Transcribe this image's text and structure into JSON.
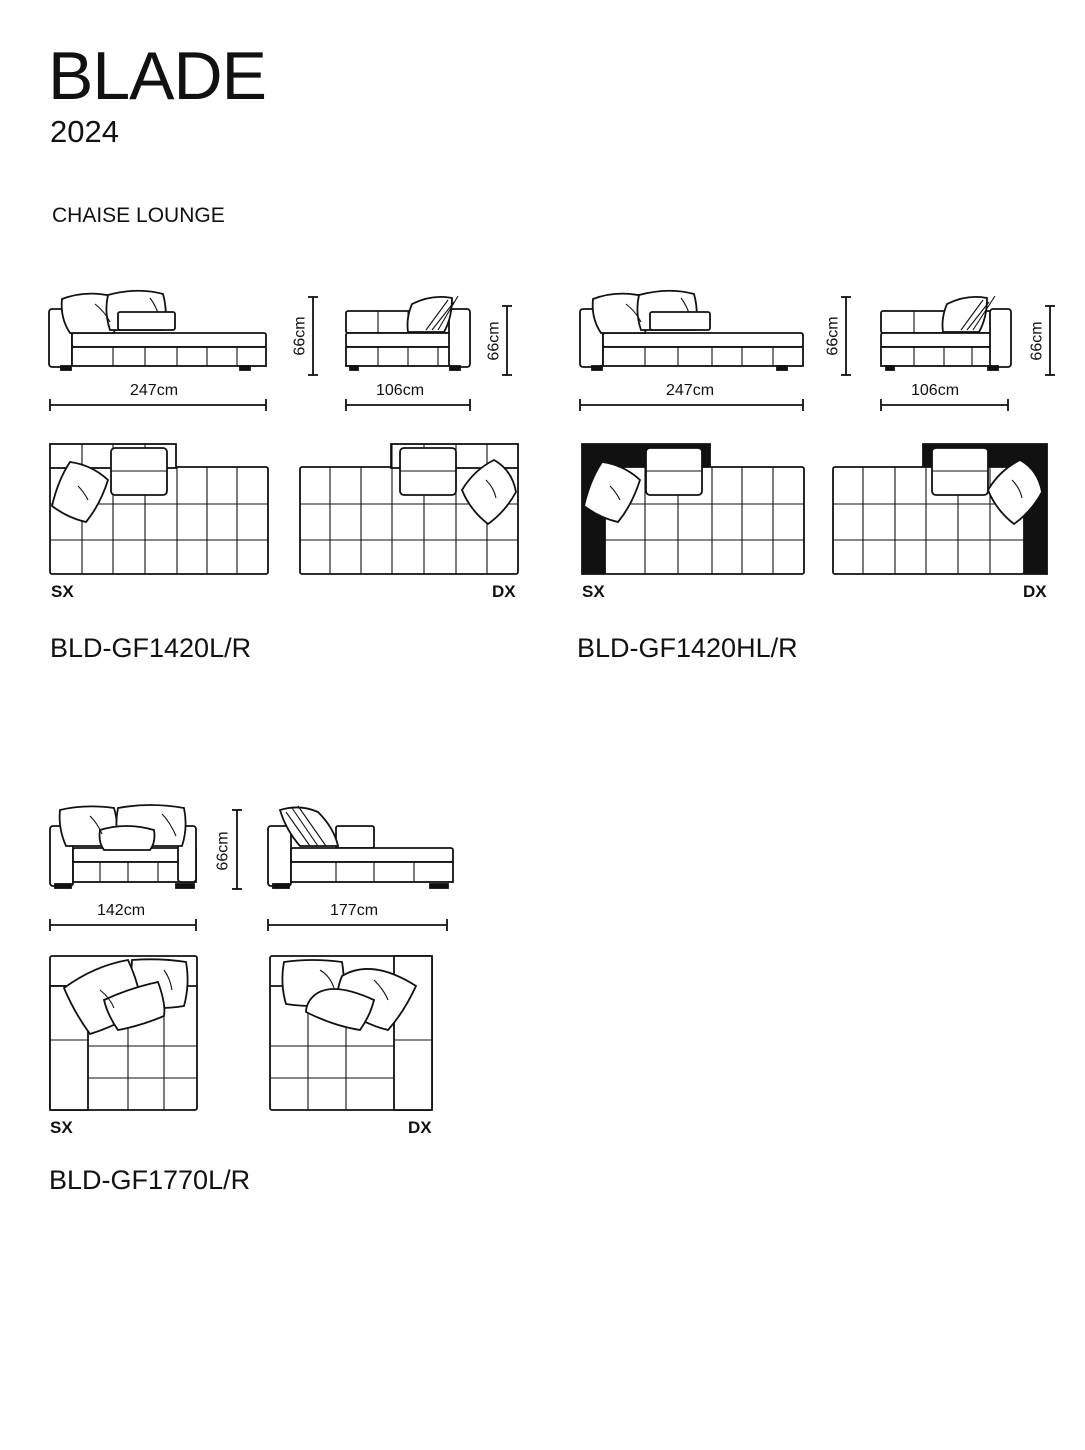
{
  "header": {
    "title": "BLADE",
    "year": "2024",
    "section": "CHAISE LOUNGE"
  },
  "models": [
    {
      "code": "BLD-GF1420L/R",
      "width_long": "247cm",
      "width_short": "106cm",
      "height_a": "66cm",
      "height_b": "66cm",
      "left_label": "SX",
      "right_label": "DX"
    },
    {
      "code": "BLD-GF1420HL/R",
      "width_long": "247cm",
      "width_short": "106cm",
      "height_a": "66cm",
      "height_b": "66cm",
      "left_label": "SX",
      "right_label": "DX"
    },
    {
      "code": "BLD-GF1770L/R",
      "width_a": "142cm",
      "width_b": "177cm",
      "height": "66cm",
      "left_label": "SX",
      "right_label": "DX"
    }
  ],
  "colors": {
    "line": "#111111",
    "background": "#ffffff"
  }
}
